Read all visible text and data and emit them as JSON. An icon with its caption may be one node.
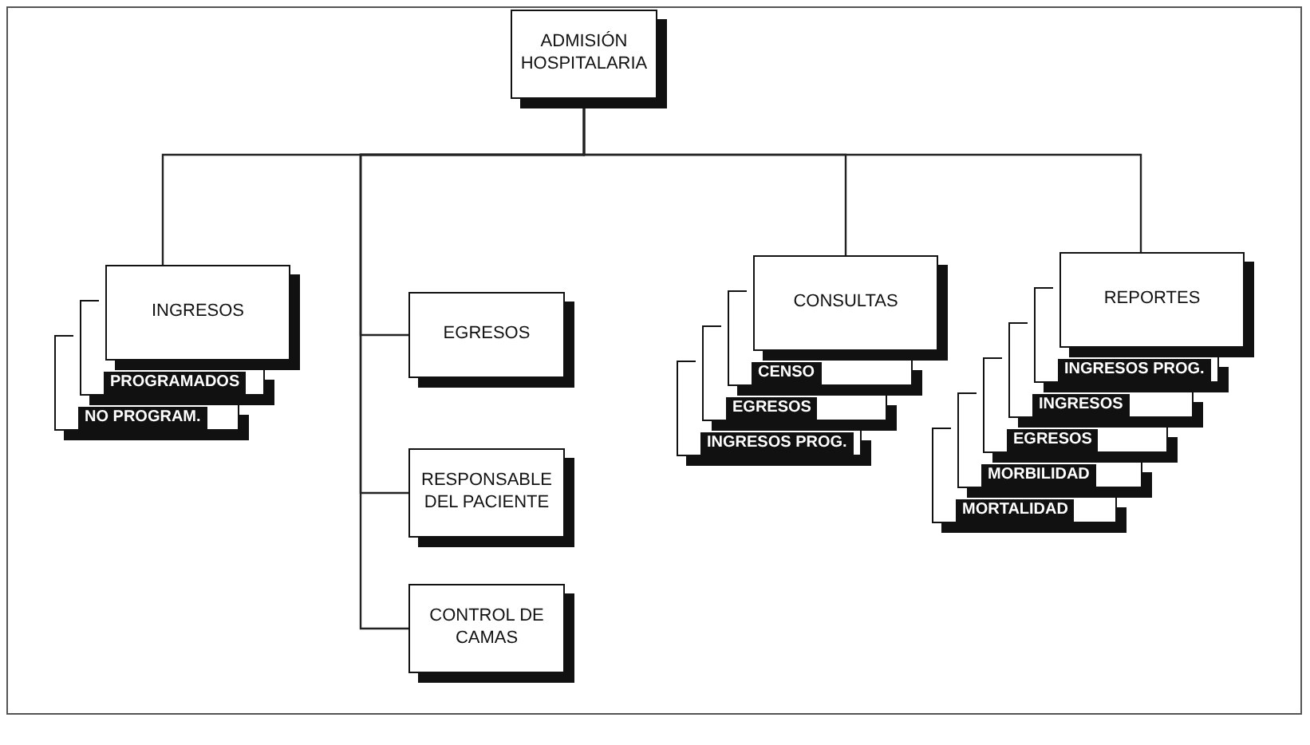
{
  "diagram": {
    "nodes": [
      {
        "text": [
          "ADMISIÓN HOSPITALARIA"
        ]
      },
      {
        "text": [
          "INGRESOS"
        ]
      },
      {
        "text": [
          "PROGRAMADOS"
        ]
      },
      {
        "text": [
          "NO PROGRAM."
        ]
      },
      {
        "text": [
          "EGRESOS"
        ]
      },
      {
        "text": [
          "RESPONSABLE DEL PACIENTE"
        ]
      },
      {
        "text": [
          "CONTROL DE CAMAS"
        ]
      },
      {
        "text": [
          "CONSULTAS"
        ]
      },
      {
        "text": [
          "CENSO"
        ]
      },
      {
        "text": [
          "EGRESOS"
        ]
      },
      {
        "text": [
          "INGRESOS PROG."
        ]
      },
      {
        "text": [
          "REPORTES"
        ]
      },
      {
        "text": [
          "INGRESOS PROG."
        ]
      },
      {
        "text": [
          "INGRESOS"
        ]
      },
      {
        "text": [
          "EGRESOS"
        ]
      },
      {
        "text": [
          "MORBILIDAD"
        ]
      },
      {
        "text": [
          "MORTALIDAD"
        ]
      }
    ],
    "edges": [
      {
        "from": 0,
        "to": 1,
        "arrow": "none"
      },
      {
        "from": 0,
        "to": 4,
        "arrow": "none"
      },
      {
        "from": 0,
        "to": 5,
        "arrow": "none"
      },
      {
        "from": 0,
        "to": 6,
        "arrow": "none"
      },
      {
        "from": 0,
        "to": 7,
        "arrow": "none"
      },
      {
        "from": 0,
        "to": 11,
        "arrow": "none"
      }
    ]
  }
}
